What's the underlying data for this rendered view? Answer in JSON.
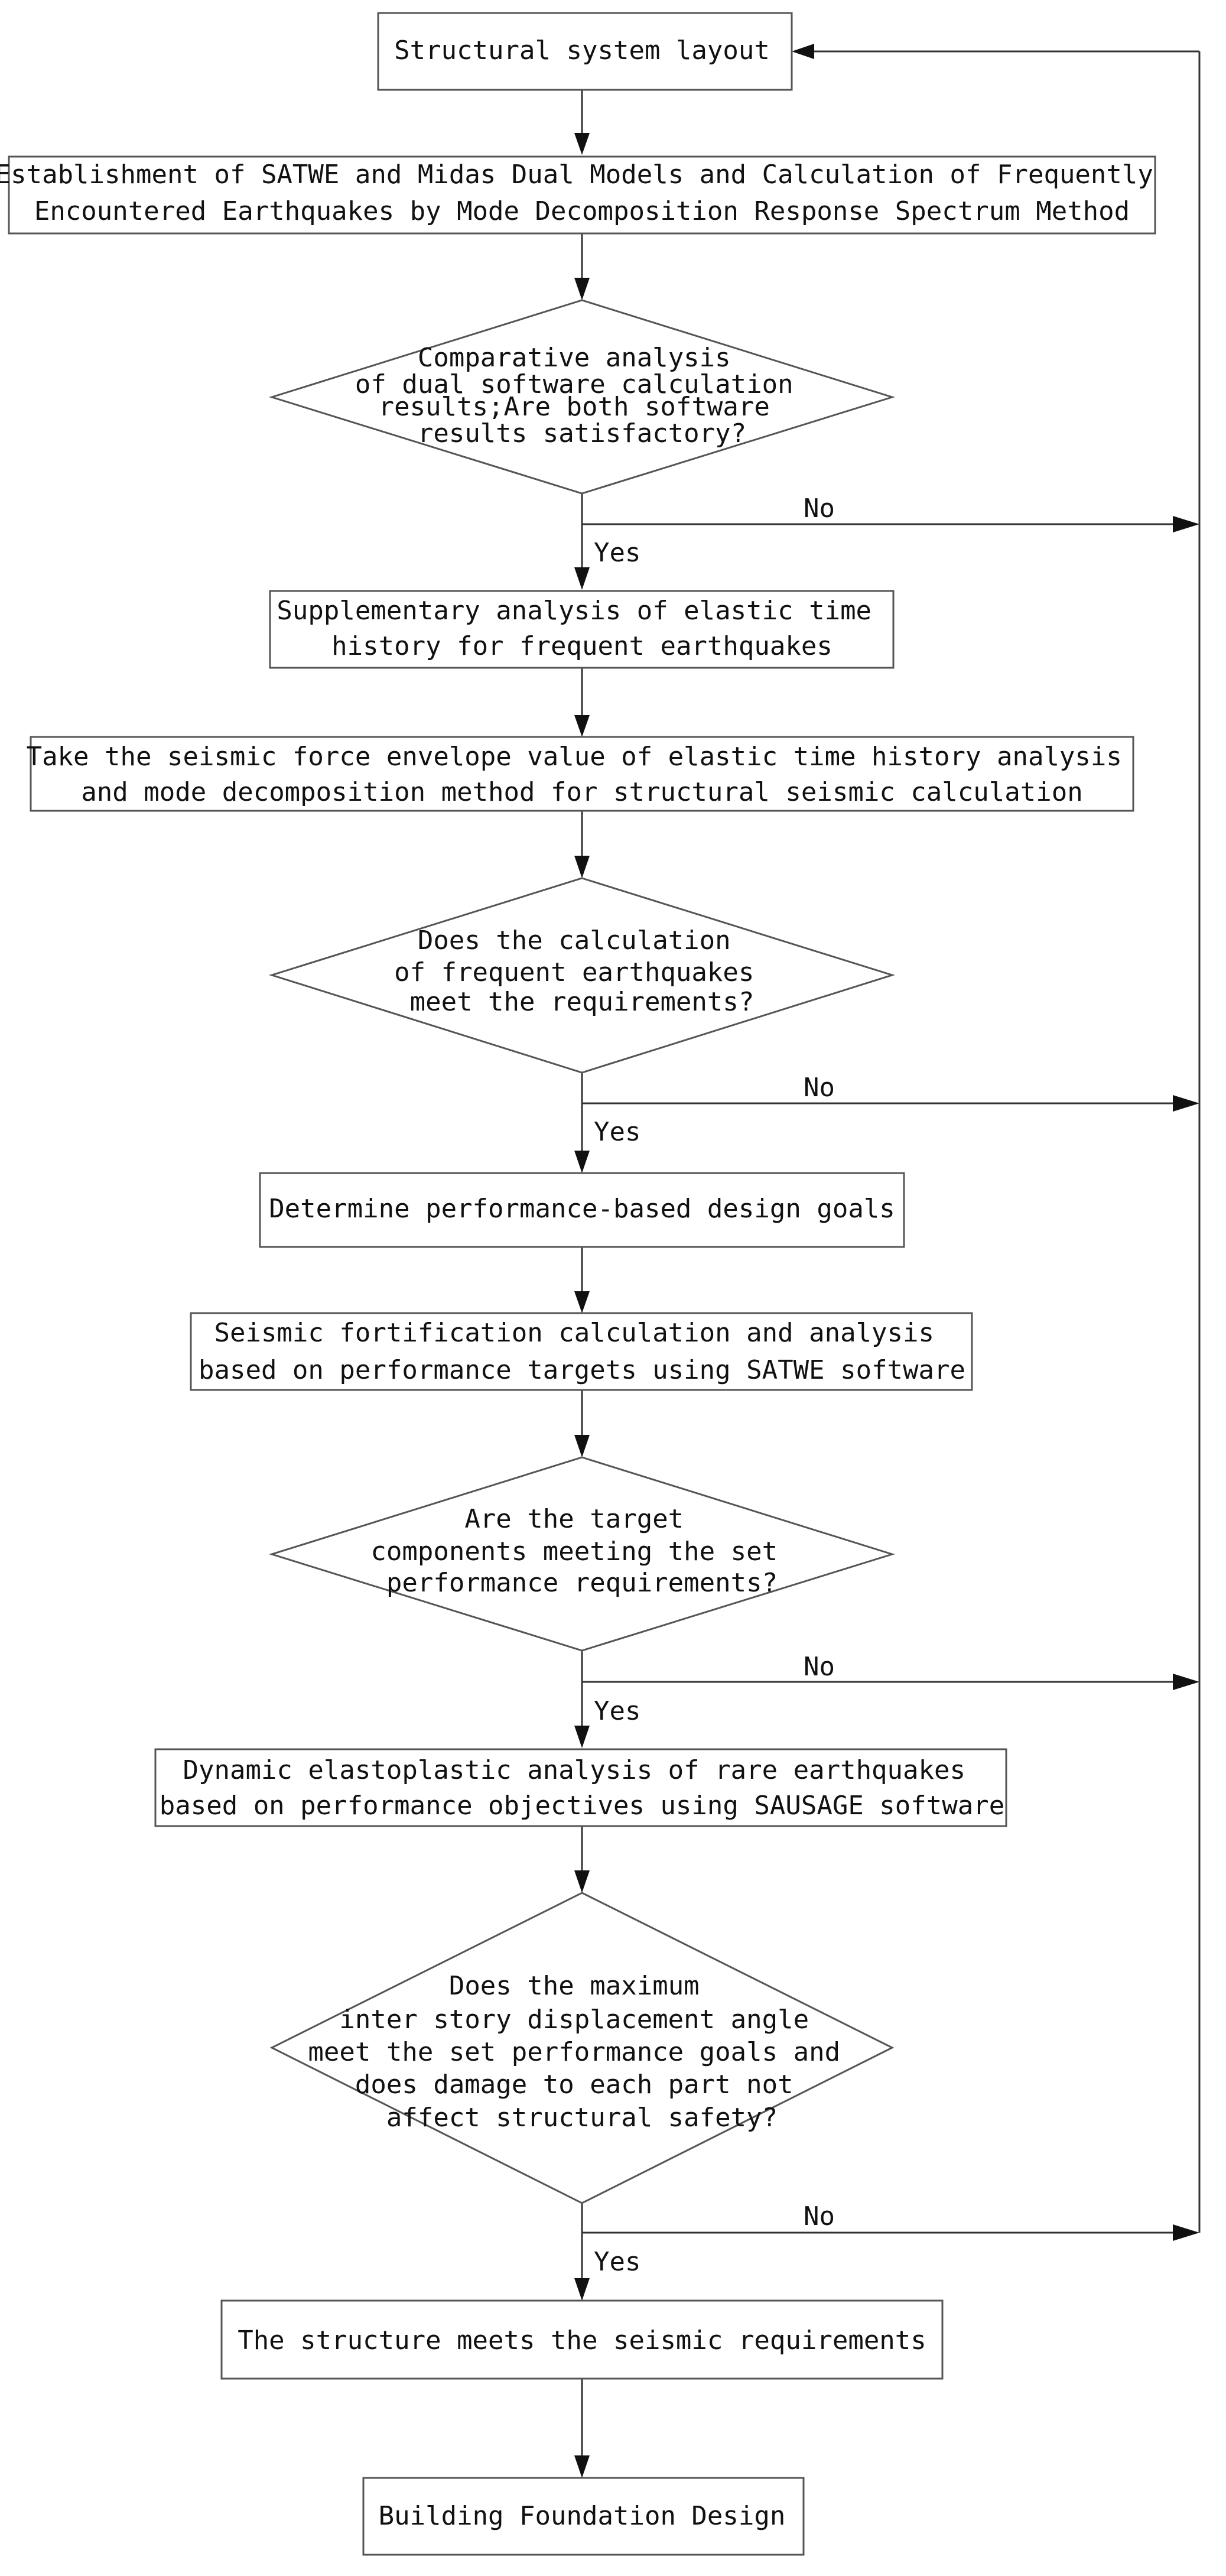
{
  "nodes": {
    "start": {
      "lines": [
        "Structural system layout"
      ]
    },
    "dual_models": {
      "lines": [
        "Establishment of SATWE and Midas Dual Models and Calculation of Frequently",
        "Encountered Earthquakes by Mode Decomposition Response Spectrum Method"
      ]
    },
    "decision_1": {
      "lines": [
        "Comparative analysis",
        "of dual software calculation",
        "results;Are both software",
        "results satisfactory?"
      ]
    },
    "elastic_time": {
      "lines": [
        "Supplementary analysis of elastic time",
        "history for frequent earthquakes"
      ]
    },
    "envelope": {
      "lines": [
        "Take the seismic force envelope value of elastic time history analysis",
        "and mode decomposition method for structural seismic calculation"
      ]
    },
    "decision_2": {
      "lines": [
        "Does the calculation",
        "of frequent earthquakes",
        "meet the requirements?"
      ]
    },
    "goals": {
      "lines": [
        "Determine performance-based design goals"
      ]
    },
    "fortification": {
      "lines": [
        "Seismic fortification calculation and analysis",
        "based on performance targets using SATWE software"
      ]
    },
    "decision_3": {
      "lines": [
        "Are the target",
        "components meeting the set",
        "performance requirements?"
      ]
    },
    "elastoplastic": {
      "lines": [
        "Dynamic elastoplastic analysis of rare earthquakes",
        "based on performance objectives using SAUSAGE software"
      ]
    },
    "decision_4": {
      "lines": [
        "Does the maximum",
        "inter story displacement angle",
        "meet the set performance goals and",
        "does damage to each part not",
        "affect structural safety?"
      ]
    },
    "meets": {
      "lines": [
        "The structure meets the seismic requirements"
      ]
    },
    "foundation": {
      "lines": [
        "Building Foundation Design"
      ]
    }
  },
  "labels": {
    "yes": "Yes",
    "no": "No"
  }
}
